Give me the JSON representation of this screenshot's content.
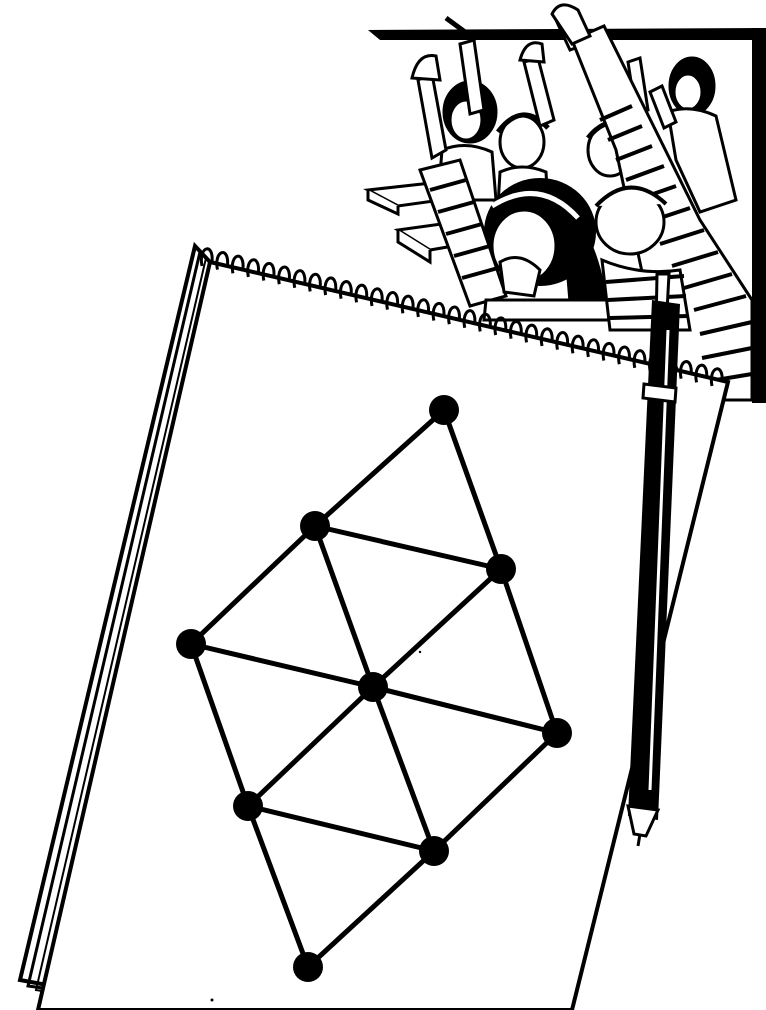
{
  "image": {
    "kind": "line-illustration",
    "ink_color": "#000000",
    "paper_color": "#ffffff"
  },
  "elements": {
    "classroom_scene": {
      "icon": "raised-hands-students-icon"
    },
    "notepad": {
      "binding": "spiral",
      "icon": "spiral-notepad-icon"
    },
    "pen": {
      "icon": "ballpoint-pen-icon"
    },
    "lattice_graph": {
      "vertex_count": 9,
      "edge_count": 16
    }
  }
}
